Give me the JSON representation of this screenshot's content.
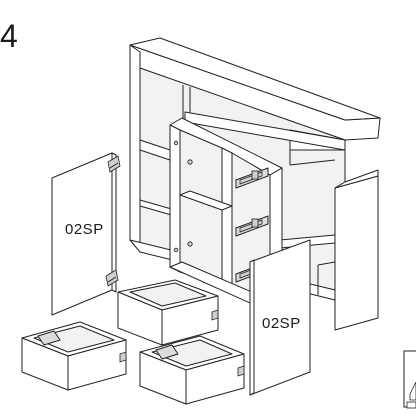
{
  "step": {
    "number": "4"
  },
  "doors": [
    {
      "label": "02SP"
    },
    {
      "label": "02SP"
    }
  ],
  "icons": [
    "hinge-icon",
    "drawer-slide-icon",
    "handle-icon",
    "warning-icon"
  ]
}
